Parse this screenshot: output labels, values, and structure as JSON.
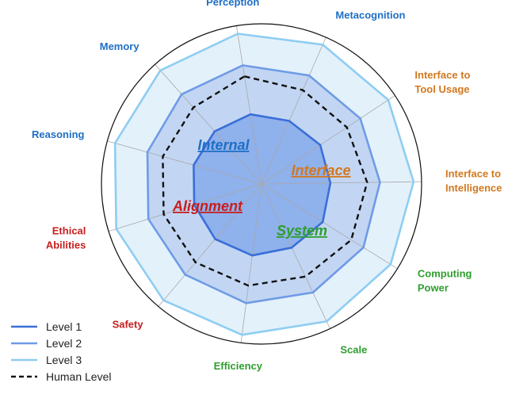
{
  "chart_data": {
    "type": "radar",
    "axes": [
      {
        "label": [
          "Perception"
        ],
        "color": "#1f6fc5"
      },
      {
        "label": [
          "Metacognition"
        ],
        "color": "#1f6fc5"
      },
      {
        "label": [
          "Interface to",
          "Tool Usage"
        ],
        "color": "#d2781e"
      },
      {
        "label": [
          "Interface to",
          "Intelligence"
        ],
        "color": "#d2781e"
      },
      {
        "label": [
          "Computing",
          "Power"
        ],
        "color": "#2e9e2e"
      },
      {
        "label": [
          "Scale"
        ],
        "color": "#2e9e2e"
      },
      {
        "label": [
          "Efficiency"
        ],
        "color": "#2e9e2e"
      },
      {
        "label": [
          "Safety"
        ],
        "color": "#c81e1e"
      },
      {
        "label": [
          "Ethical",
          "Abilities"
        ],
        "color": "#c81e1e"
      },
      {
        "label": [
          "Reasoning"
        ],
        "color": "#1f6fc5"
      },
      {
        "label": [
          "Memory"
        ],
        "color": "#1f6fc5"
      }
    ],
    "rlim": [
      0,
      1
    ],
    "series": [
      {
        "name": "Level 1",
        "values": [
          0.44,
          0.43,
          0.44,
          0.43,
          0.45,
          0.44,
          0.45,
          0.45,
          0.44,
          0.44,
          0.44
        ],
        "line_color": "#3a6fd8",
        "fill_color": "#8fb1ec"
      },
      {
        "name": "Level 2",
        "values": [
          0.75,
          0.74,
          0.74,
          0.74,
          0.75,
          0.75,
          0.75,
          0.74,
          0.74,
          0.74,
          0.75
        ],
        "line_color": "#6f9be6",
        "fill_color": "#c2d6f3"
      },
      {
        "name": "Level 3",
        "values": [
          0.95,
          0.95,
          0.95,
          0.95,
          0.95,
          0.95,
          0.95,
          0.95,
          0.95,
          0.95,
          0.95
        ],
        "line_color": "#8ecdf2",
        "fill_color": "#e3f1fb"
      },
      {
        "name": "Human Level",
        "values": [
          0.68,
          0.64,
          0.64,
          0.66,
          0.66,
          0.64,
          0.64,
          0.64,
          0.64,
          0.64,
          0.64
        ],
        "line_color": "#111111",
        "dashed": true
      }
    ],
    "group_labels": [
      {
        "text": "Internal",
        "color": "#1f6fc5"
      },
      {
        "text": "Interface",
        "color": "#d2781e"
      },
      {
        "text": "System",
        "color": "#2e9e2e"
      },
      {
        "text": "Alignment",
        "color": "#c81e1e"
      }
    ],
    "grid": true,
    "legend_position": "bottom-left"
  }
}
